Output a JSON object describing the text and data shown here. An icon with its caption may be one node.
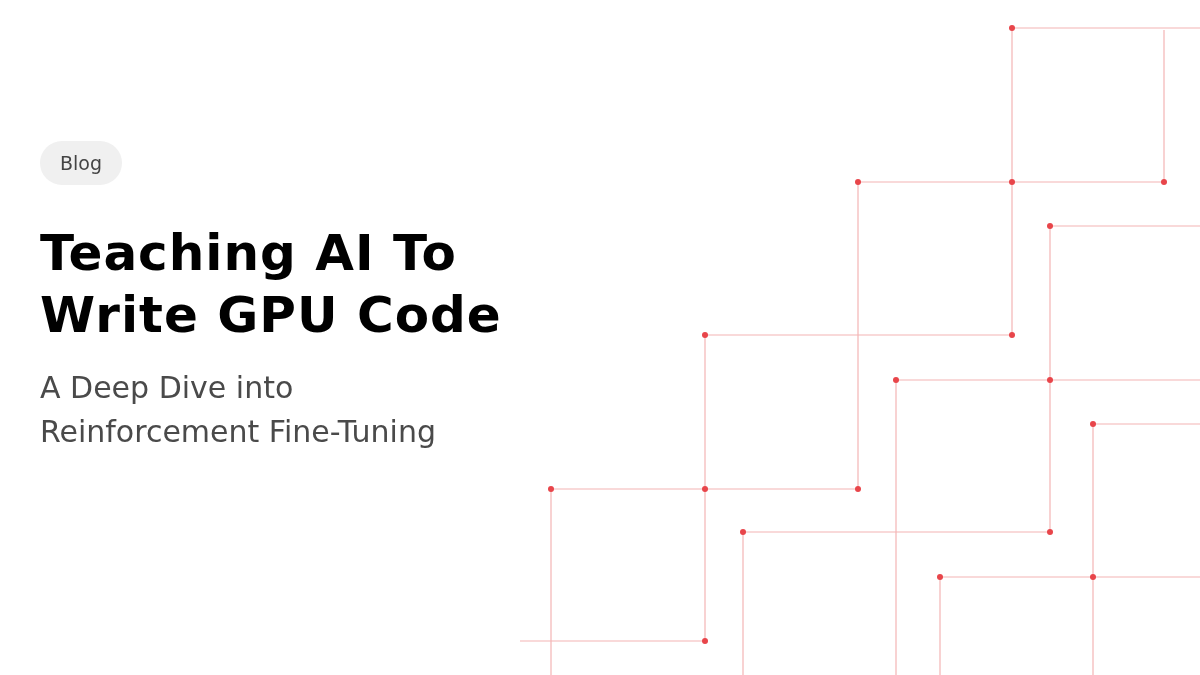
{
  "diagram": {
    "title": "Teaching AI To Write GPU Code",
    "nodes": [
      {
        "text": [
          "Blog"
        ]
      }
    ],
    "labels": [
      "A Deep Dive into Reinforcement Fine-Tuning"
    ]
  }
}
